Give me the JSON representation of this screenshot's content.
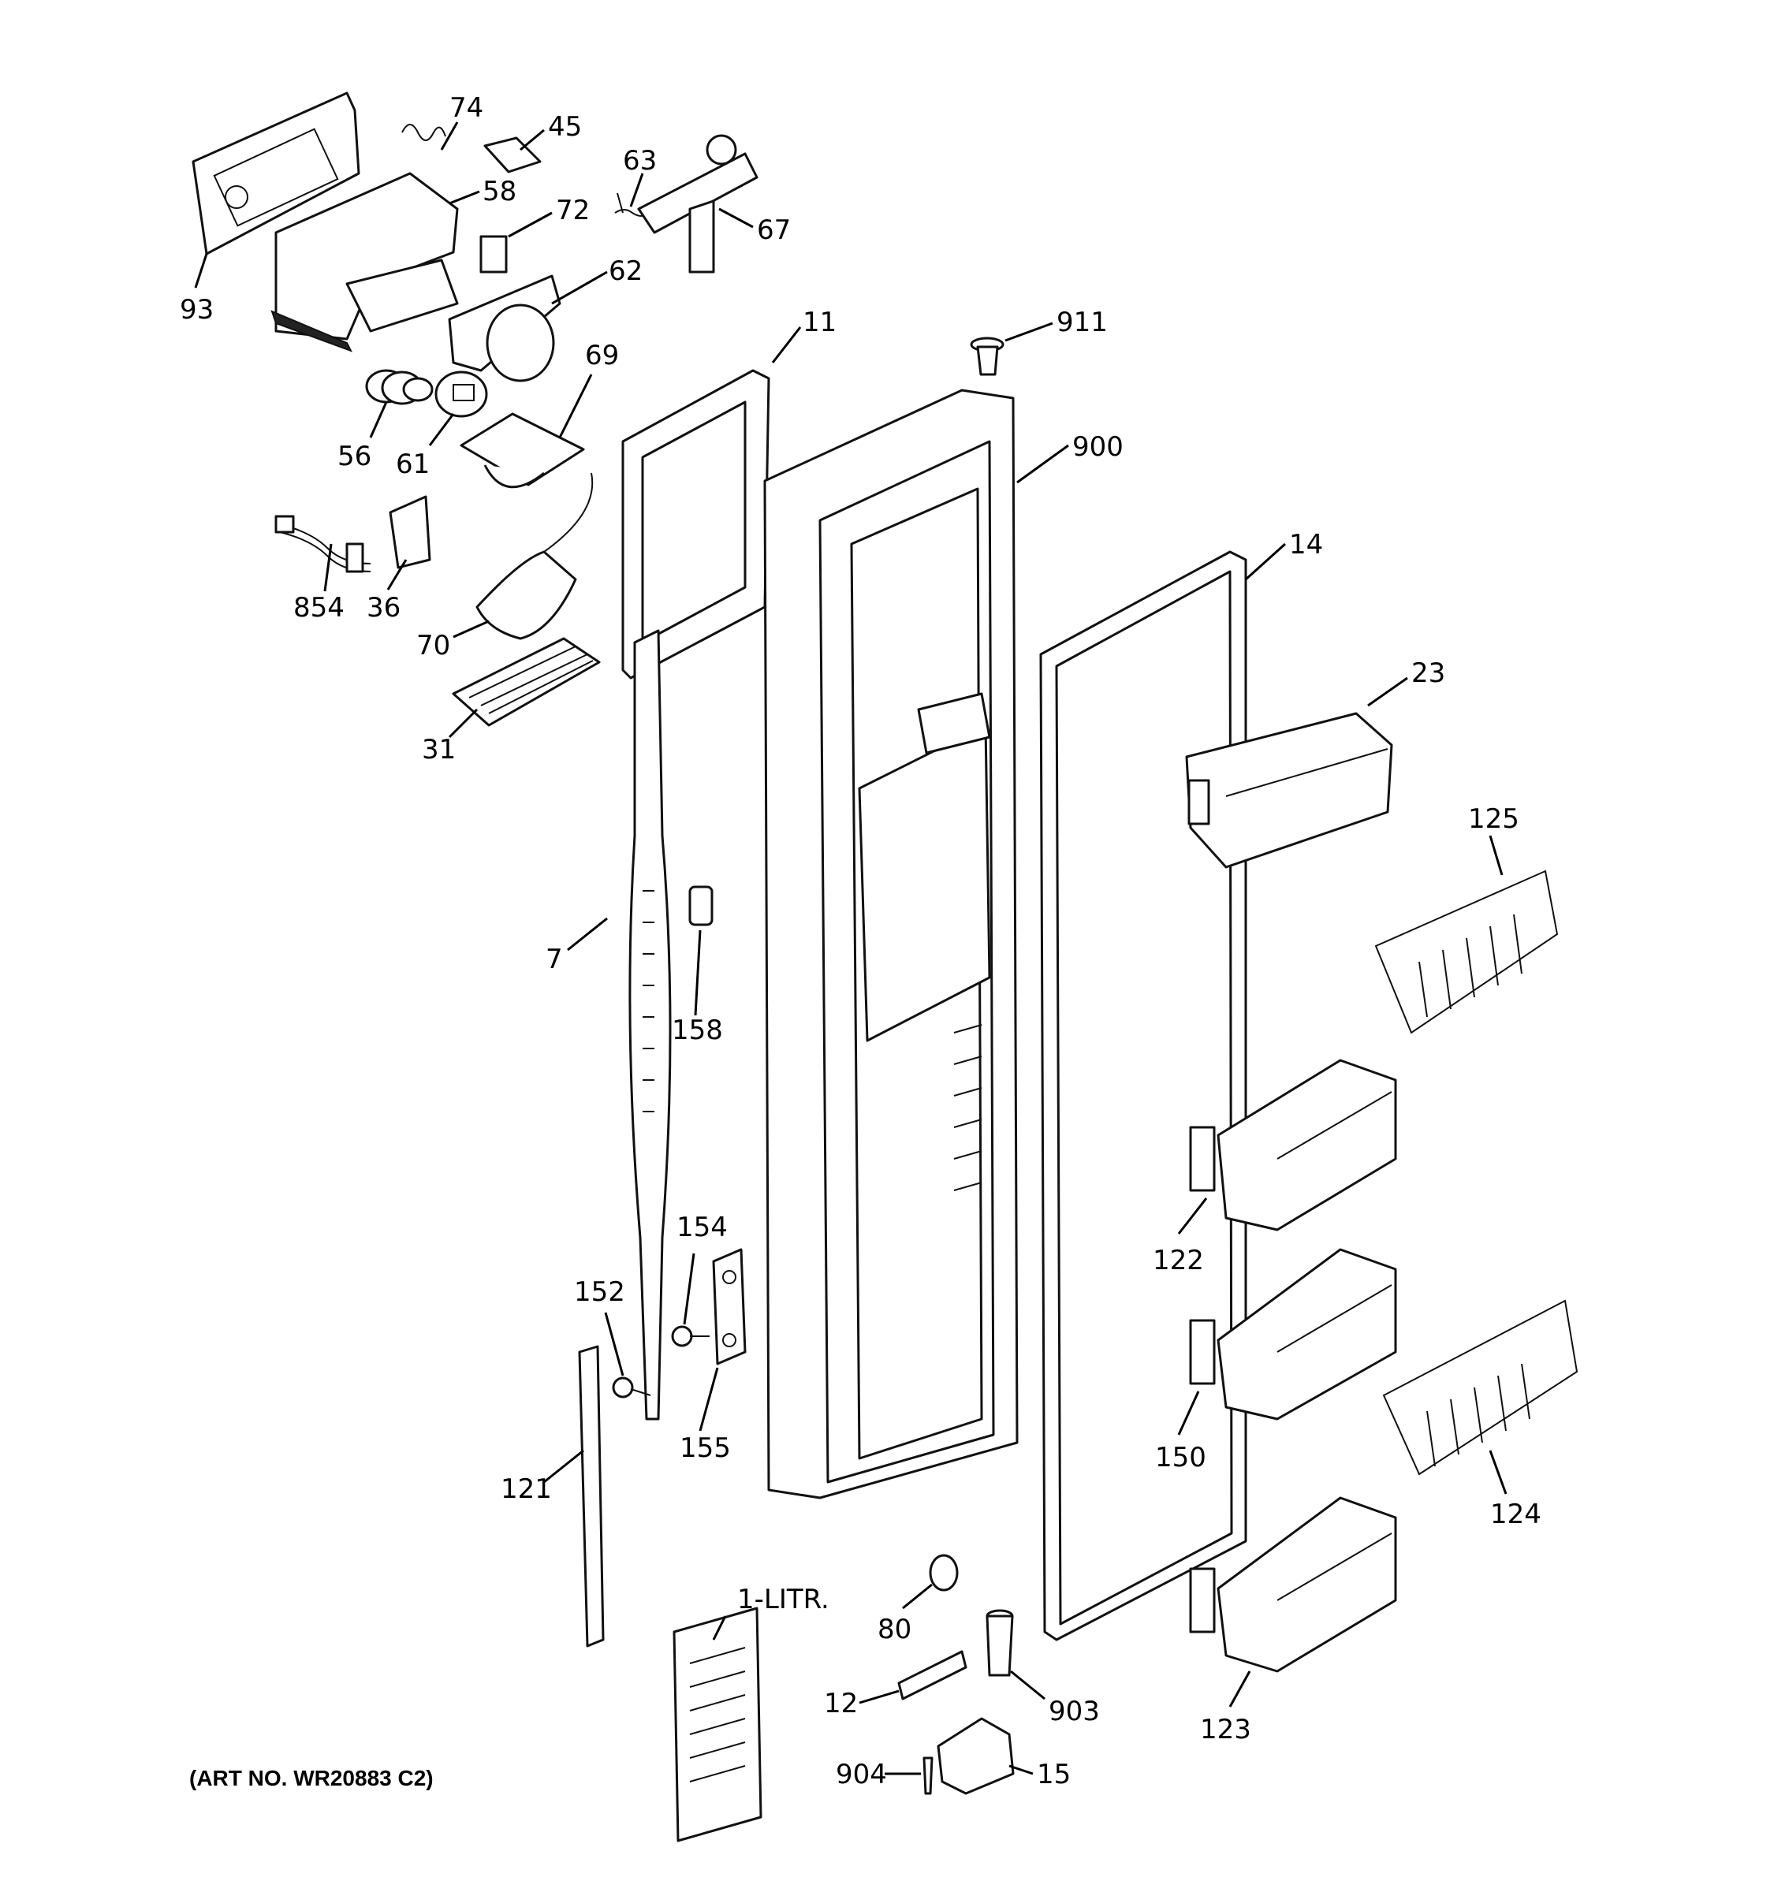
{
  "diagram": {
    "art_number": "(ART NO. WR20883 C2)",
    "callouts": [
      {
        "id": "93",
        "label": "93"
      },
      {
        "id": "74",
        "label": "74"
      },
      {
        "id": "45",
        "label": "45"
      },
      {
        "id": "58",
        "label": "58"
      },
      {
        "id": "63",
        "label": "63"
      },
      {
        "id": "72",
        "label": "72"
      },
      {
        "id": "67",
        "label": "67"
      },
      {
        "id": "62",
        "label": "62"
      },
      {
        "id": "11",
        "label": "11"
      },
      {
        "id": "911",
        "label": "911"
      },
      {
        "id": "69",
        "label": "69"
      },
      {
        "id": "56",
        "label": "56"
      },
      {
        "id": "61",
        "label": "61"
      },
      {
        "id": "900",
        "label": "900"
      },
      {
        "id": "854",
        "label": "854"
      },
      {
        "id": "36",
        "label": "36"
      },
      {
        "id": "14",
        "label": "14"
      },
      {
        "id": "70",
        "label": "70"
      },
      {
        "id": "23",
        "label": "23"
      },
      {
        "id": "31",
        "label": "31"
      },
      {
        "id": "125",
        "label": "125"
      },
      {
        "id": "7",
        "label": "7"
      },
      {
        "id": "158",
        "label": "158"
      },
      {
        "id": "122",
        "label": "122"
      },
      {
        "id": "154",
        "label": "154"
      },
      {
        "id": "152",
        "label": "152"
      },
      {
        "id": "150",
        "label": "150"
      },
      {
        "id": "155",
        "label": "155"
      },
      {
        "id": "124",
        "label": "124"
      },
      {
        "id": "121",
        "label": "121"
      },
      {
        "id": "80",
        "label": "80"
      },
      {
        "id": "1-LITR.",
        "label": "1-LITR."
      },
      {
        "id": "12",
        "label": "12"
      },
      {
        "id": "903",
        "label": "903"
      },
      {
        "id": "123",
        "label": "123"
      },
      {
        "id": "904",
        "label": "904"
      },
      {
        "id": "15",
        "label": "15"
      }
    ]
  }
}
